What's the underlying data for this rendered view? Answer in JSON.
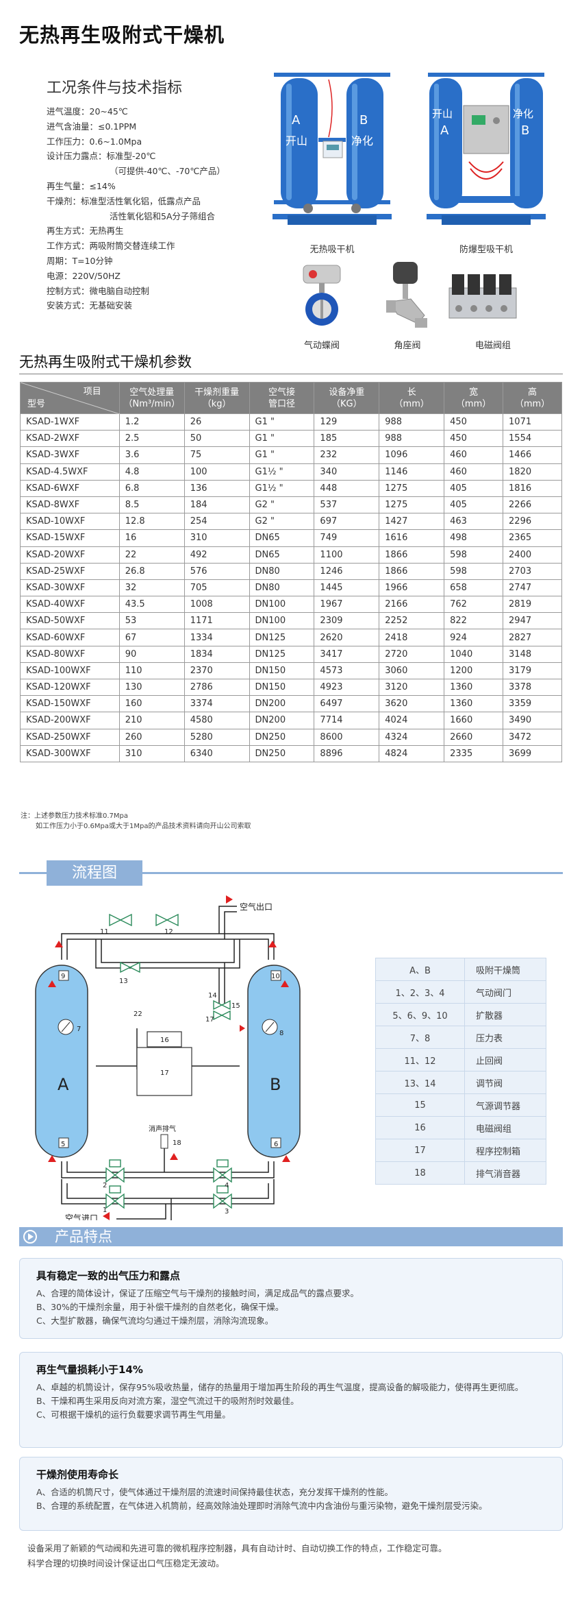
{
  "title": "无热再生吸附式干燥机",
  "specs": {
    "heading": "工况条件与技术指标",
    "lines": [
      {
        "text": "进气温度：20~45℃",
        "indent": false
      },
      {
        "text": "进气含油量：≤0.1PPM",
        "indent": false
      },
      {
        "text": "工作压力：0.6~1.0Mpa",
        "indent": false
      },
      {
        "text": "设计压力露点：标准型-20℃",
        "indent": false
      },
      {
        "text": "（可提供-40℃、-70℃产品）",
        "indent": true
      },
      {
        "text": "再生气量：≤14%",
        "indent": false
      },
      {
        "text": "干燥剂：标准型活性氧化铝，低露点产品",
        "indent": false
      },
      {
        "text": "活性氧化铝和5A分子筛组合",
        "indent": true
      },
      {
        "text": "再生方式：无热再生",
        "indent": false
      },
      {
        "text": "工作方式：两吸附筒交替连续工作",
        "indent": false
      },
      {
        "text": "周期：T=10分钟",
        "indent": false
      },
      {
        "text": "电源：220V/50HZ",
        "indent": false
      },
      {
        "text": "控制方式：微电脑自动控制",
        "indent": false
      },
      {
        "text": "安装方式：无基础安装",
        "indent": false
      }
    ]
  },
  "photos": {
    "dryer1": {
      "caption": "无热吸干机",
      "label_a": "A",
      "label_a2": "开山",
      "label_b": "B",
      "label_b2": "净化"
    },
    "dryer2": {
      "caption": "防爆型吸干机",
      "label_a": "开山",
      "label_a2": "A",
      "label_b": "净化",
      "label_b2": "B"
    },
    "valve1": {
      "caption": "气动蝶阀"
    },
    "valve2": {
      "caption": "角座阀"
    },
    "valve3": {
      "caption": "电磁阀组"
    }
  },
  "params": {
    "heading": "无热再生吸附式干燥机参数",
    "header": {
      "item": "项目",
      "model": "型号",
      "cols": [
        [
          "空气处理量",
          "（Nm³/min）"
        ],
        [
          "干燥剂重量",
          "（kg）"
        ],
        [
          "空气接",
          "管口径"
        ],
        [
          "设备净重",
          "（KG）"
        ],
        [
          "长",
          "（mm）"
        ],
        [
          "宽",
          "（mm）"
        ],
        [
          "高",
          "（mm）"
        ]
      ]
    },
    "rows": [
      [
        "KSAD-1WXF",
        "1.2",
        "26",
        "G1 \"",
        "129",
        "988",
        "450",
        "1071"
      ],
      [
        "KSAD-2WXF",
        "2.5",
        "50",
        "G1 \"",
        "185",
        "988",
        "450",
        "1554"
      ],
      [
        "KSAD-3WXF",
        "3.6",
        "75",
        "G1 \"",
        "232",
        "1096",
        "460",
        "1466"
      ],
      [
        "KSAD-4.5WXF",
        "4.8",
        "100",
        "G1½ \"",
        "340",
        "1146",
        "460",
        "1820"
      ],
      [
        "KSAD-6WXF",
        "6.8",
        "136",
        "G1½ \"",
        "448",
        "1275",
        "405",
        "1816"
      ],
      [
        "KSAD-8WXF",
        "8.5",
        "184",
        "G2 \"",
        "537",
        "1275",
        "405",
        "2266"
      ],
      [
        "KSAD-10WXF",
        "12.8",
        "254",
        "G2 \"",
        "697",
        "1427",
        "463",
        "2296"
      ],
      [
        "KSAD-15WXF",
        "16",
        "310",
        "DN65",
        "749",
        "1616",
        "498",
        "2365"
      ],
      [
        "KSAD-20WXF",
        "22",
        "492",
        "DN65",
        "1100",
        "1866",
        "598",
        "2400"
      ],
      [
        "KSAD-25WXF",
        "26.8",
        "576",
        "DN80",
        "1246",
        "1866",
        "598",
        "2703"
      ],
      [
        "KSAD-30WXF",
        "32",
        "705",
        "DN80",
        "1445",
        "1966",
        "658",
        "2747"
      ],
      [
        "KSAD-40WXF",
        "43.5",
        "1008",
        "DN100",
        "1967",
        "2166",
        "762",
        "2819"
      ],
      [
        "KSAD-50WXF",
        "53",
        "1171",
        "DN100",
        "2309",
        "2252",
        "822",
        "2947"
      ],
      [
        "KSAD-60WXF",
        "67",
        "1334",
        "DN125",
        "2620",
        "2418",
        "924",
        "2827"
      ],
      [
        "KSAD-80WXF",
        "90",
        "1834",
        "DN125",
        "3417",
        "2720",
        "1040",
        "3148"
      ],
      [
        "KSAD-100WXF",
        "110",
        "2370",
        "DN150",
        "4573",
        "3060",
        "1200",
        "3179"
      ],
      [
        "KSAD-120WXF",
        "130",
        "2786",
        "DN150",
        "4923",
        "3120",
        "1360",
        "3378"
      ],
      [
        "KSAD-150WXF",
        "160",
        "3374",
        "DN200",
        "6497",
        "3620",
        "1360",
        "3359"
      ],
      [
        "KSAD-200WXF",
        "210",
        "4580",
        "DN200",
        "7714",
        "4024",
        "1660",
        "3490"
      ],
      [
        "KSAD-250WXF",
        "260",
        "5280",
        "DN250",
        "8600",
        "4324",
        "2660",
        "3472"
      ],
      [
        "KSAD-300WXF",
        "310",
        "6340",
        "DN250",
        "8896",
        "4824",
        "2335",
        "3699"
      ]
    ],
    "note1": "注：上述参数压力技术标准0.7Mpa",
    "note2": "如工作压力小于0.6Mpa或大于1Mpa的产品技术资料请向开山公司索取"
  },
  "flow": {
    "heading": "流程图",
    "air_out": "空气出口",
    "air_in": "空气进口",
    "muffler": "消声排气",
    "tank_a": "A",
    "tank_b": "B",
    "nums": {
      "n1": "1",
      "n2": "2",
      "n3": "3",
      "n4": "4",
      "n5": "5",
      "n6": "6",
      "n7": "7",
      "n8": "8",
      "n9": "9",
      "n10": "10",
      "n11": "11",
      "n12": "12",
      "n13": "13",
      "n14": "14",
      "n15": "15",
      "n16": "16",
      "n17": "17",
      "n18": "18",
      "n22": "22"
    },
    "legend": [
      [
        "A、B",
        "吸附干燥筒"
      ],
      [
        "1、2、3、4",
        "气动阀门"
      ],
      [
        "5、6、9、10",
        "扩散器"
      ],
      [
        "7、8",
        "压力表"
      ],
      [
        "11、12",
        "止回阀"
      ],
      [
        "13、14",
        "调节阀"
      ],
      [
        "15",
        "气源调节器"
      ],
      [
        "16",
        "电磁阀组"
      ],
      [
        "17",
        "程序控制箱"
      ],
      [
        "18",
        "排气消音器"
      ]
    ]
  },
  "features": {
    "heading": "产品特点",
    "cards": [
      {
        "title": "具有稳定一致的出气压力和露点",
        "lines": [
          "A、合理的简体设计，保证了压缩空气与干燥剂的接触时间，满足成品气的露点要求。",
          "B、30%的干燥剂余量，用于补偿干燥剂的自然老化，确保干燥。",
          "C、大型扩散器，确保气流均匀通过干燥剂层，消除沟流现象。"
        ]
      },
      {
        "title": "再生气量损耗小于14%",
        "lines": [
          "A、卓越的机筒设计，保存95%吸收热量，储存的热量用于增加再生阶段的再生气温度，提高设备的解吸能力，使得再生更彻底。",
          "B、干燥和再生采用反向对流方案，湿空气流过干的吸附剂时效最佳。",
          "C、可根据干燥机的运行负载要求调节再生气用量。"
        ]
      },
      {
        "title": "干燥剂使用寿命长",
        "lines": [
          "A、合适的机筒尺寸，使气体通过干燥剂层的流速时间保持最佳状态，充分发挥干燥剂的性能。",
          "B、合理的系统配置，在气体进入机筒前，经高效除油处理即时消除气流中内含油份与重污染物，避免干燥剂层受污染。"
        ]
      }
    ],
    "footer1": "设备采用了新颖的气动阀和先进可靠的微机程序控制器，具有自动计时、自动切换工作的特点，工作稳定可靠。",
    "footer2": "科学合理的切换时间设计保证出口气压稳定无波动。"
  },
  "colors": {
    "accent": "#8fb1d9",
    "tank": "#8fc8ef",
    "machine": "#2a6fc8",
    "arrow": "#e02020"
  }
}
